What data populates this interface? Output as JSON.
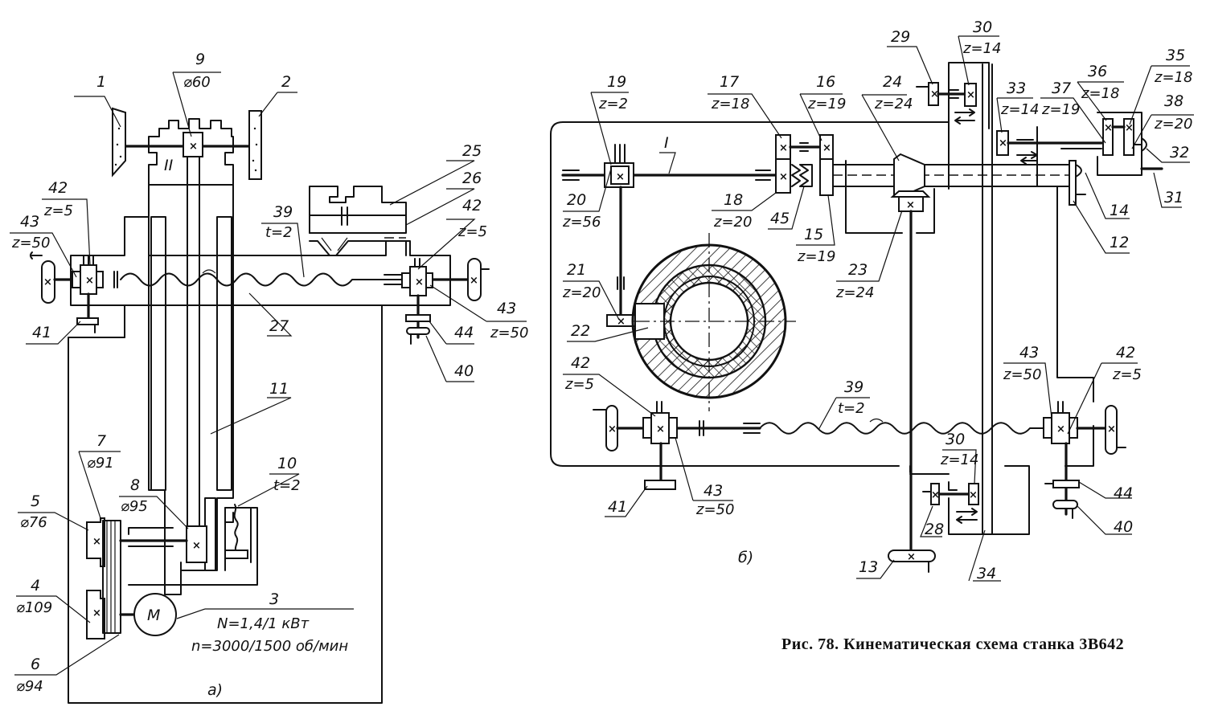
{
  "figure": {
    "caption": "Рис. 78. Кинематическая схема станка 3В642",
    "subfigure_a": "а)",
    "subfigure_b": "б)"
  },
  "labels_a": {
    "l1": "1",
    "l2": "2",
    "l9": "9",
    "l9_spec": "⌀60",
    "shaft_II": "II",
    "l25": "25",
    "l26": "26",
    "l39": "39",
    "l39_spec": "t=2",
    "l42_left": "42",
    "l42_left_spec": "z=5",
    "l43_left": "43",
    "l43_left_spec": "z=50",
    "l42_right": "42",
    "l42_right_spec": "z=5",
    "l43_right": "43",
    "l43_right_spec": "z=50",
    "l41": "41",
    "l27": "27",
    "l44": "44",
    "l40": "40",
    "l11": "11",
    "l10": "10",
    "l10_spec": "t=2",
    "l7": "7",
    "l7_spec": "⌀91",
    "l8": "8",
    "l8_spec": "⌀95",
    "l5": "5",
    "l5_spec": "⌀76",
    "l4": "4",
    "l4_spec": "⌀109",
    "l6": "6",
    "l6_spec": "⌀94",
    "l3": "3",
    "motor": "M",
    "motor_power": "N=1,4/1 кВт",
    "motor_speed": "n=3000/1500 об/мин"
  },
  "labels_b": {
    "l19": "19",
    "l19_spec": "z=2",
    "shaft_I": "I",
    "l17": "17",
    "l17_spec": "z=18",
    "l16": "16",
    "l16_spec": "z=19",
    "l24": "24",
    "l24_spec": "z=24",
    "l29": "29",
    "l30_top": "30",
    "l30_top_spec": "z=14",
    "l33": "33",
    "l33_spec": "z=14",
    "l37": "37",
    "l37_spec": "z=19",
    "l36": "36",
    "l36_spec": "z=18",
    "l35": "35",
    "l35_spec": "z=18",
    "l38": "38",
    "l38_spec": "z=20",
    "l32": "32",
    "l31": "31",
    "l14": "14",
    "l12": "12",
    "l20": "20",
    "l20_spec": "z=56",
    "l18": "18",
    "l18_spec": "z=20",
    "l45": "45",
    "l15": "15",
    "l15_spec": "z=19",
    "l23": "23",
    "l23_spec": "z=24",
    "l21": "21",
    "l21_spec": "z=20",
    "l22": "22",
    "l42_left": "42",
    "l42_left_spec": "z=5",
    "l43_left": "43",
    "l43_left_spec": "z=50",
    "l41": "41",
    "l39": "39",
    "l39_spec": "t=2",
    "l43_right": "43",
    "l43_right_spec": "z=50",
    "l42_right": "42",
    "l42_right_spec": "z=5",
    "l30_bottom": "30",
    "l30_bottom_spec": "z=14",
    "l28": "28",
    "l44": "44",
    "l40": "40",
    "l13": "13",
    "l34": "34"
  }
}
